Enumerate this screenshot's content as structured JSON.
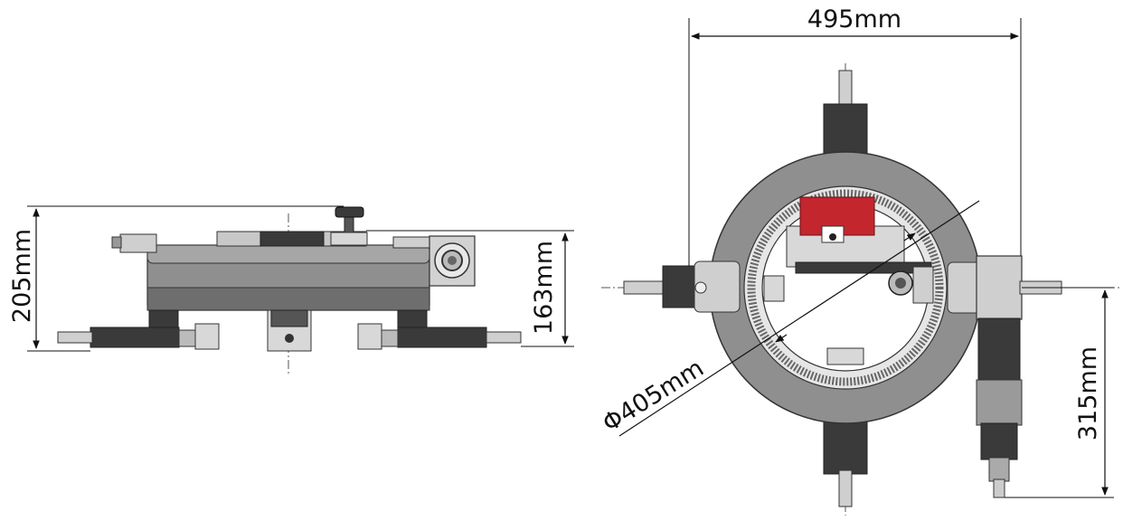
{
  "dimensions": {
    "side_height": "205mm",
    "side_body_height": "163mm",
    "top_width": "495mm",
    "ring_diameter": "Φ405mm",
    "motor_length": "315mm"
  },
  "colors": {
    "ring": "#8f8f8f",
    "ring_dark": "#6e6e6e",
    "block_dark": "#3a3a3a",
    "accent": "#c4262e",
    "line": "#111111"
  }
}
